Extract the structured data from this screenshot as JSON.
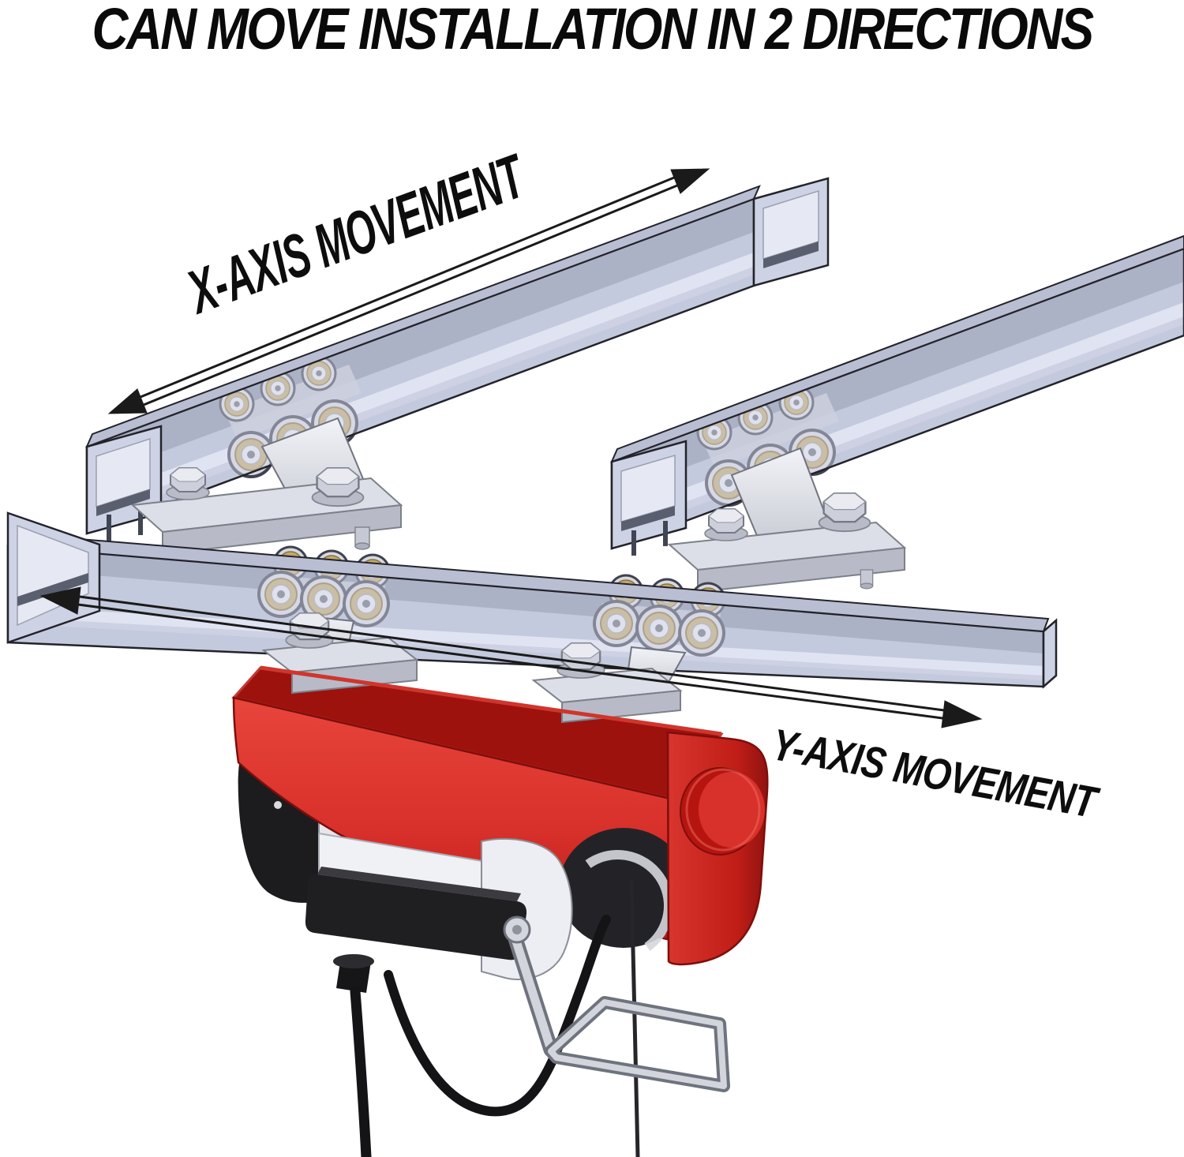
{
  "title": "CAN MOVE INSTALLATION IN 2 DIRECTIONS",
  "labels": {
    "x_axis": "X-AXIS MOVEMENT",
    "y_axis": "Y-AXIS MOVEMENT"
  },
  "colors": {
    "background": "#ffffff",
    "text": "#0a0a0a",
    "arrow": "#1a1a1a",
    "hoist_red": "#d8302a",
    "hoist_red_dark": "#9e120e",
    "hoist_red_deep": "#7e0e0b",
    "rail_tint": "#ced3e6",
    "rail_inner_shadow": "#8b92a8",
    "metal_silver": "#dcdee8",
    "bearing_brass": "#c2a86b",
    "motor_black": "#1c1c1f",
    "cable_black": "#141416"
  },
  "parts": [
    "x-axis-rail-left",
    "x-axis-rail-right",
    "y-axis-rail",
    "x-rail-trolley-left",
    "x-rail-trolley-right",
    "y-rail-trolley-front",
    "y-rail-trolley-rear",
    "trolley-mount-plates",
    "electric-hoist-body",
    "hoist-motor",
    "motor-end-cap",
    "gear-housing",
    "junction-box",
    "power-cable",
    "wire-rope",
    "limit-stop-lever",
    "hoist-end-knob",
    "x-axis-arrow",
    "y-axis-arrow"
  ]
}
